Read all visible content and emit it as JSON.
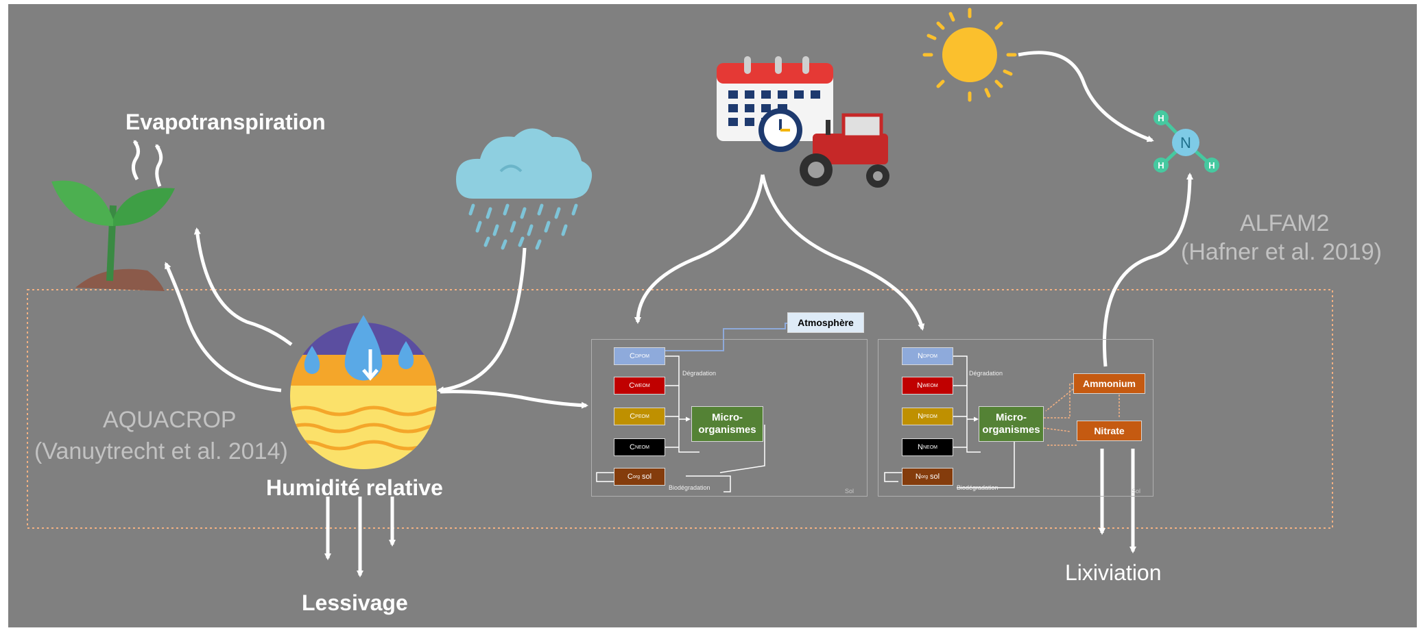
{
  "labels": {
    "evapotranspiration": "Evapotranspiration",
    "humidite": "Humidité relative",
    "lessivage": "Lessivage",
    "lixiviation": "Lixiviation",
    "aquacrop_name": "AQUACROP",
    "aquacrop_ref": "(Vanuytrecht et al. 2014)",
    "alfam_name": "ALFAM2",
    "alfam_ref": "(Hafner et al. 2019)"
  },
  "carbon_model": {
    "pools": [
      {
        "main": "C",
        "sub": "DPOM",
        "color": "#8eaadb"
      },
      {
        "main": "C",
        "sub": "WEOM",
        "color": "#c00000"
      },
      {
        "main": "C",
        "sub": "PEOM",
        "color": "#bf9000"
      },
      {
        "main": "C",
        "sub": "NEOM",
        "color": "#000000"
      },
      {
        "main": "C",
        "sub": "org",
        "suffix": " sol",
        "color": "#843c0c"
      }
    ],
    "micro": [
      "Micro-",
      "organismes"
    ],
    "degradation": "Dégradation",
    "biodegradation": "Biodégradation",
    "atmosphere": "Atmosphère",
    "corner": "Sol"
  },
  "nitrogen_model": {
    "pools": [
      {
        "main": "N",
        "sub": "DPOM",
        "color": "#8eaadb"
      },
      {
        "main": "N",
        "sub": "WEOM",
        "color": "#c00000"
      },
      {
        "main": "N",
        "sub": "PEOM",
        "color": "#bf9000"
      },
      {
        "main": "N",
        "sub": "NEOM",
        "color": "#000000"
      },
      {
        "main": "N",
        "sub": "org",
        "suffix": " sol",
        "color": "#843c0c"
      }
    ],
    "micro": [
      "Micro-",
      "organismes"
    ],
    "degradation": "Dégradation",
    "biodegradation": "Biodégradation",
    "ammonium": "Ammonium",
    "nitrate": "Nitrate",
    "corner": "Sol"
  },
  "ammonia_atoms": {
    "center": "N",
    "h1": "H",
    "h2": "H",
    "h3": "H"
  },
  "colors": {
    "background": "#808080",
    "arrow": "#ffffff",
    "dotted_frame": "#f4b183",
    "label_gray": "#c2c2c2",
    "micro_green": "#548235",
    "orange": "#c55a11",
    "ammonia": "#46c9a0"
  },
  "icons": [
    "plant-icon",
    "rain-cloud-icon",
    "calendar-icon",
    "clock-icon",
    "tractor-icon",
    "sun-icon",
    "ammonia-molecule-icon",
    "soil-water-icon"
  ]
}
